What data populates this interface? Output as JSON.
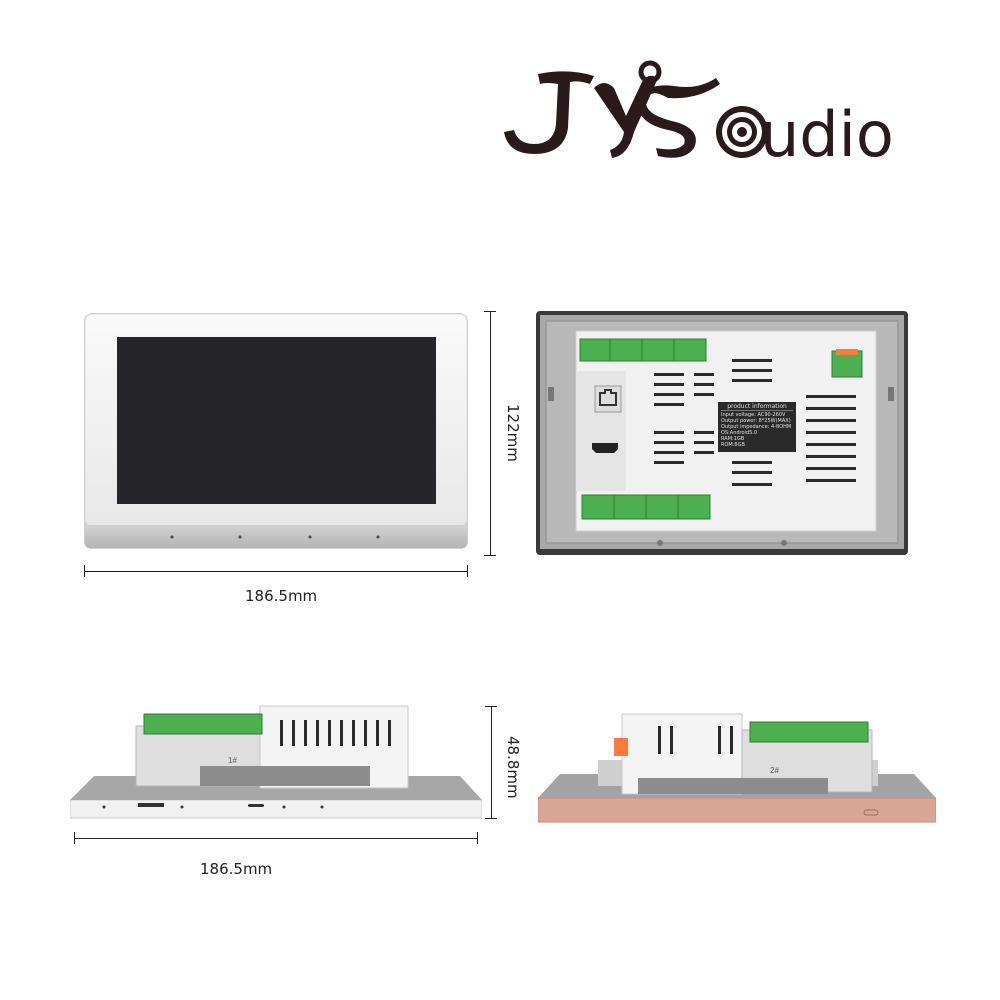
{
  "brand": {
    "logo_text": "JYSaudio",
    "colors": {
      "logo": "#2b1a1c",
      "screen": "#26262a",
      "bezel": "#f2f2f2",
      "terminal_green": "#4caf50",
      "rose_gold": "#d9a594"
    }
  },
  "dimensions": {
    "front_width": "186.5mm",
    "front_height": "122mm",
    "side_width": "186.5mm",
    "side_depth": "48.8mm"
  },
  "spec_label": {
    "title": "product information",
    "lines": [
      "Input voltage: AC90-260V",
      "Output power: 8*25W(MAX)",
      "Output impedance: 4-8OHM",
      "OS:Android5.0",
      "RAM:1GB",
      "ROM:8GB"
    ]
  },
  "side_markings": {
    "left_label": "1#",
    "right_label": "2#"
  },
  "icons": [
    "rj45-port-icon",
    "hdmi-port-icon",
    "microsd-slot-icon",
    "usb-c-port-icon"
  ]
}
